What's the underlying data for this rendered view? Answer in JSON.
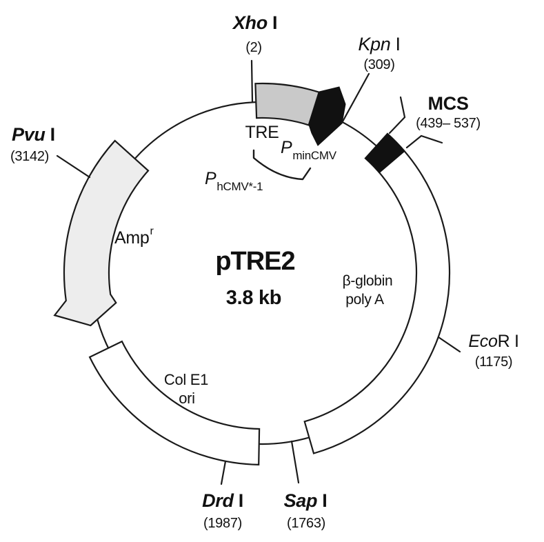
{
  "title": {
    "name": "pTRE2",
    "size": "3.8 kb"
  },
  "sites": [
    {
      "enzyme": "Xho",
      "suffix": "I",
      "position": "(2)"
    },
    {
      "enzyme": "Kpn",
      "suffix": "I",
      "position": "(309)"
    },
    {
      "label": "MCS",
      "position": "(439– 537)"
    },
    {
      "enzyme": "Eco",
      "suffix": "R I",
      "position": "(1175)"
    },
    {
      "enzyme": "Sap",
      "suffix": "I",
      "position": "(1763)"
    },
    {
      "enzyme": "Drd",
      "suffix": "I",
      "position": "(1987)"
    },
    {
      "enzyme": "Pvu",
      "suffix": "I",
      "position": "(3142)"
    }
  ],
  "features": {
    "tre": "TRE",
    "pmin_prefix": "P",
    "pmin_sub": "minCMV",
    "phcmv_prefix": "P",
    "phcmv_sub": "hCMV*-1",
    "amp": "Amp",
    "amp_sup": "r",
    "cole1_line1": "Col E1",
    "cole1_line2": "ori",
    "bglobin_line1": "β-globin",
    "bglobin_line2": "poly A"
  },
  "colors": {
    "tre_fill": "#c9c9c9",
    "amp_fill": "#ededed",
    "band_white": "#ffffff",
    "feature_black": "#111111",
    "line": "#1a1a1a"
  }
}
